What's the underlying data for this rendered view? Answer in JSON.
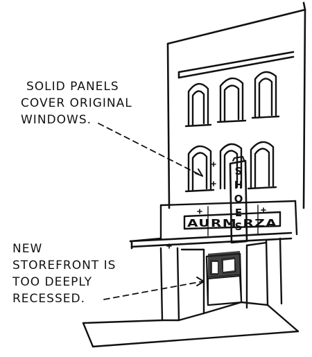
{
  "annotations": {
    "top": {
      "lines": [
        "SOLID PANELS",
        "COVER ORIGINAL",
        "WINDOWS."
      ]
    },
    "bottom": {
      "lines": [
        "NEW",
        "STOREFRONT IS",
        "TOO DEEPLY",
        "RECESSED."
      ]
    }
  },
  "signage": {
    "vertical_sign": [
      "S",
      "H",
      "O",
      "E",
      "S"
    ],
    "awning_text": "AURM RZA"
  }
}
